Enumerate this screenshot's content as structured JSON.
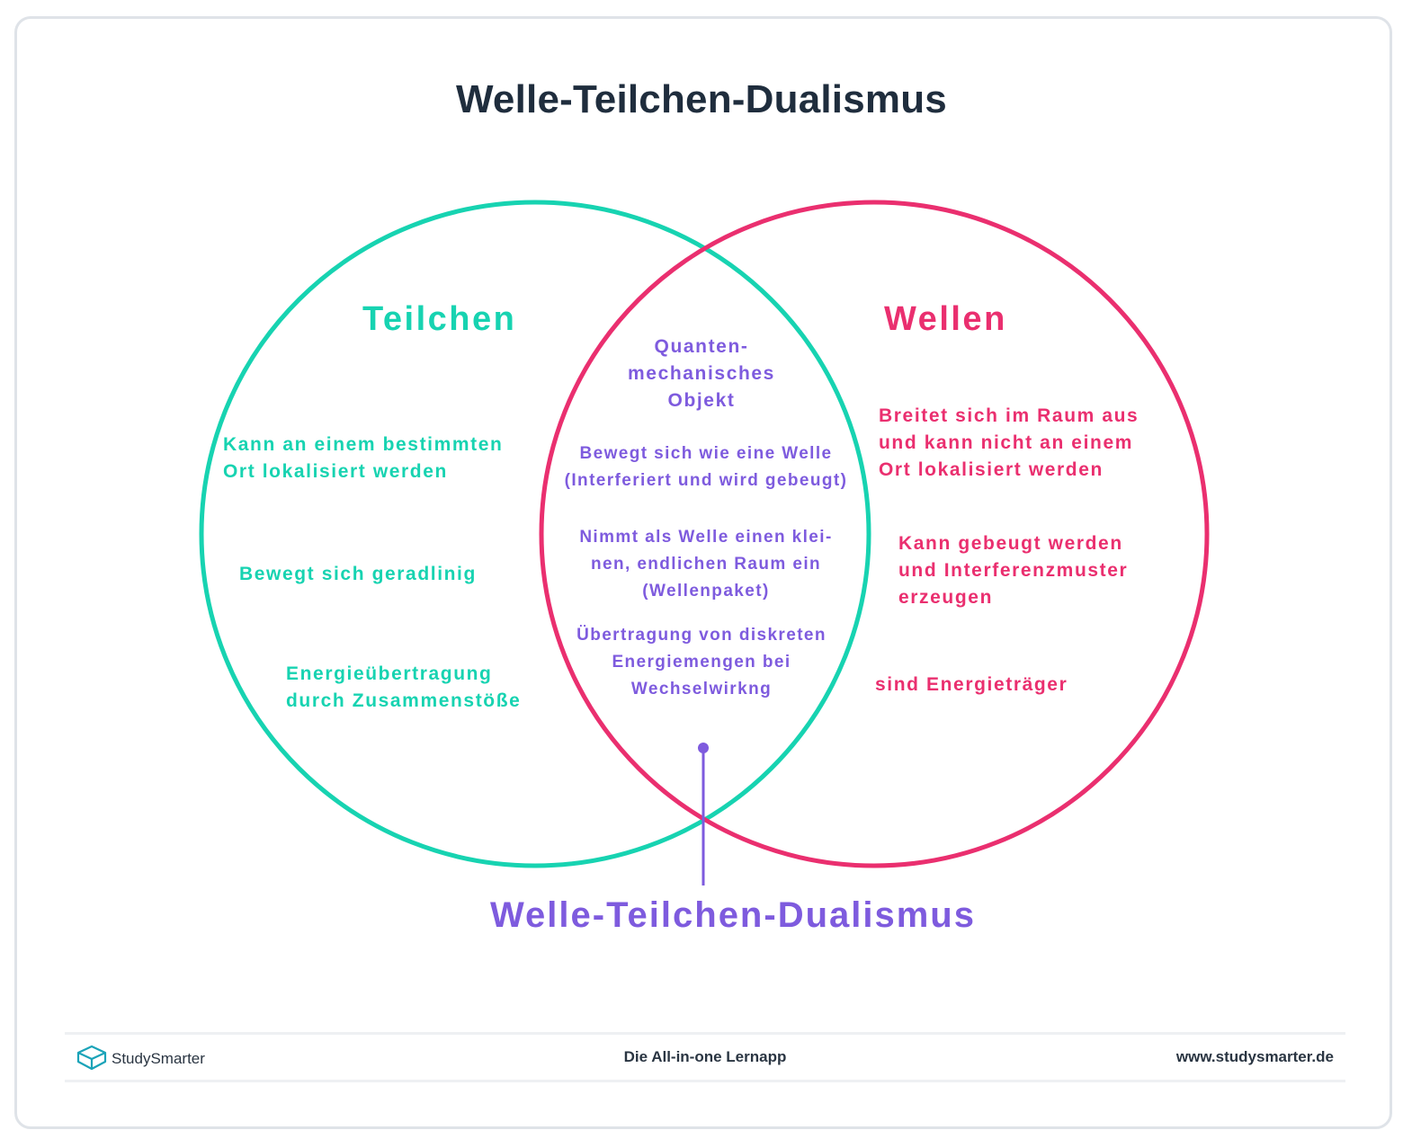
{
  "title": "Welle-Teilchen-Dualismus",
  "left": {
    "heading": "Teilchen",
    "items": [
      [
        "Kann an einem bestimmten",
        "Ort lokalisiert werden"
      ],
      [
        "Bewegt sich geradlinig"
      ],
      [
        "Energieübertragung",
        "durch Zusammenstöße"
      ]
    ]
  },
  "right": {
    "heading": "Wellen",
    "items": [
      [
        "Breitet sich im Raum aus",
        "und kann nicht an einem",
        "Ort lokalisiert werden"
      ],
      [
        "Kann gebeugt werden",
        "und Interferenzmuster",
        "erzeugen"
      ],
      [
        "sind Energieträger"
      ]
    ]
  },
  "center": {
    "items": [
      [
        "Quanten-",
        "mechanisches",
        "Objekt"
      ],
      [
        "Bewegt sich wie eine Welle",
        "(Interferiert und wird gebeugt)"
      ],
      [
        "Nimmt als Welle einen klei-",
        "nen, endlichen Raum ein",
        "(Wellenpaket)"
      ],
      [
        "Übertragung von diskreten",
        "Energiemengen bei",
        "Wechselwirkng"
      ]
    ],
    "pointer_label": "Welle-Teilchen-Dualismus"
  },
  "colors": {
    "teilchen": "#17d3b1",
    "wellen": "#ea2f6f",
    "dualismus": "#7e5bde",
    "title": "#1f2d3d"
  },
  "footer": {
    "brand": "StudySmarter",
    "tagline": "Die All-in-one Lernapp",
    "url": "www.studysmarter.de"
  }
}
